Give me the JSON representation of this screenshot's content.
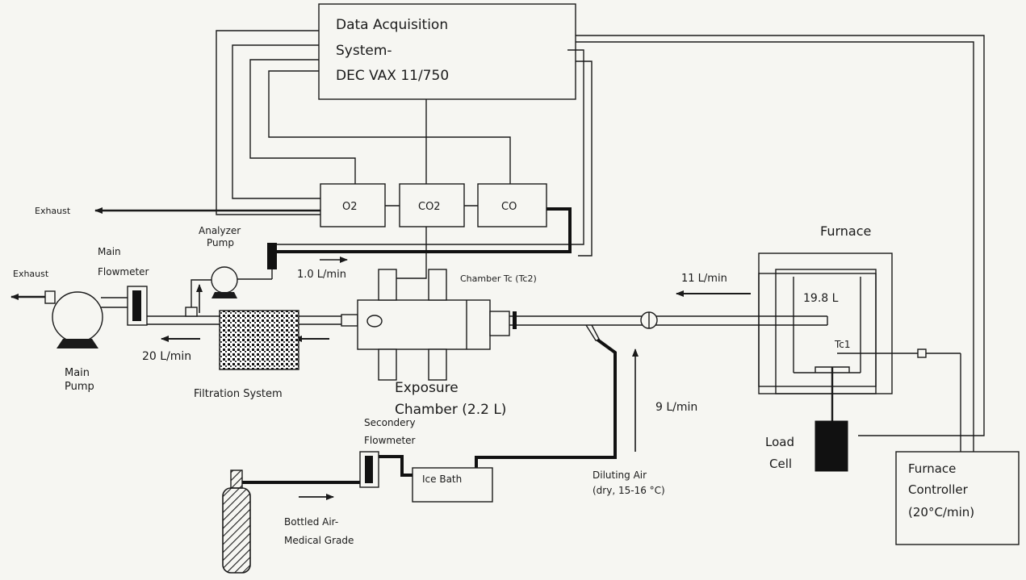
{
  "daq": {
    "line1": "Data Acquisition",
    "line2": "System-",
    "line3": "DEC VAX 11/750"
  },
  "analyzers": {
    "o2": "O2",
    "co2": "CO2",
    "co": "CO"
  },
  "exhaust_top": "Exhaust",
  "exhaust_left": "Exhaust",
  "main_flowmeter": {
    "line1": "Main",
    "line2": "Flowmeter"
  },
  "analyzer_pump": {
    "line1": "Analyzer",
    "line2": "Pump"
  },
  "analyzer_flow": "1.0 L/min",
  "chamber_tc": "Chamber Tc (Tc2)",
  "furnace_flow": "11 L/min",
  "furnace": {
    "label": "Furnace",
    "volume": "19.8 L",
    "tc": "Tc1"
  },
  "main_pump": {
    "line1": "Main",
    "line2": "Pump"
  },
  "main_flow": "20 L/min",
  "filtration": "Filtration System",
  "exposure": {
    "line1": "Exposure",
    "line2": "Chamber (2.2 L)"
  },
  "dilution_flow": "9 L/min",
  "secondary_flowmeter": {
    "line1": "Secondery",
    "line2": "Flowmeter"
  },
  "ice_bath": "Ice Bath",
  "diluting_air": {
    "line1": "Diluting Air",
    "line2": "(dry, 15-16 °C)"
  },
  "bottled_air": {
    "line1": "Bottled Air-",
    "line2": "Medical Grade"
  },
  "load_cell": {
    "line1": "Load",
    "line2": "Cell"
  },
  "furnace_controller": {
    "line1": "Furnace",
    "line2": "Controller",
    "line3": "(20°C/min)"
  },
  "colors": {
    "ink": "#1a1a1a",
    "paper": "#f6f6f2"
  }
}
